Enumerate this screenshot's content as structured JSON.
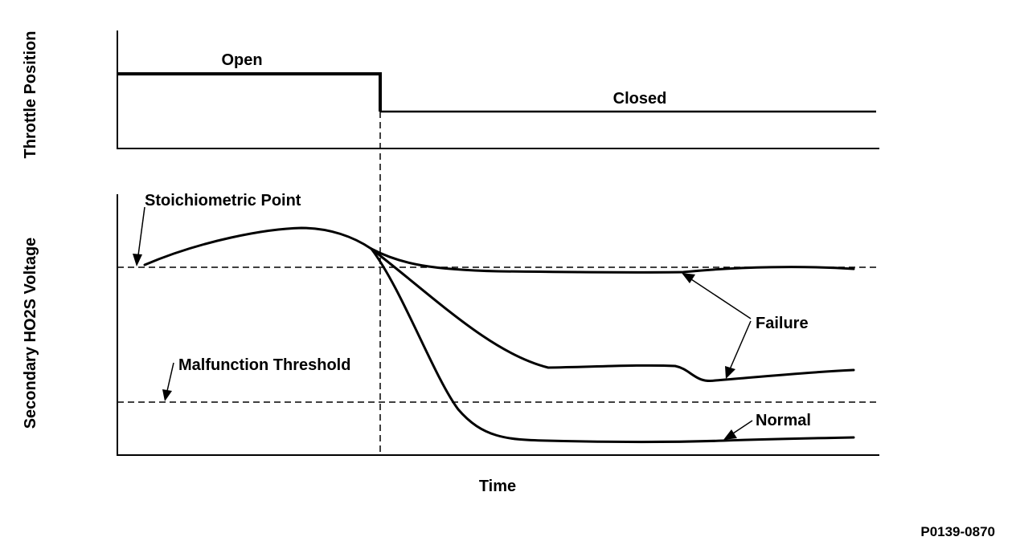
{
  "throttle_panel": {
    "axis_title": "Throttle Position",
    "open_label": "Open",
    "closed_label": "Closed"
  },
  "voltage_panel": {
    "axis_title": "Secondary HO2S Voltage",
    "stoichiometric_label": "Stoichiometric Point",
    "malfunction_label": "Malfunction Threshold",
    "failure_label": "Failure",
    "normal_label": "Normal"
  },
  "x_axis_title": "Time",
  "figure_id": "P0139-0870"
}
